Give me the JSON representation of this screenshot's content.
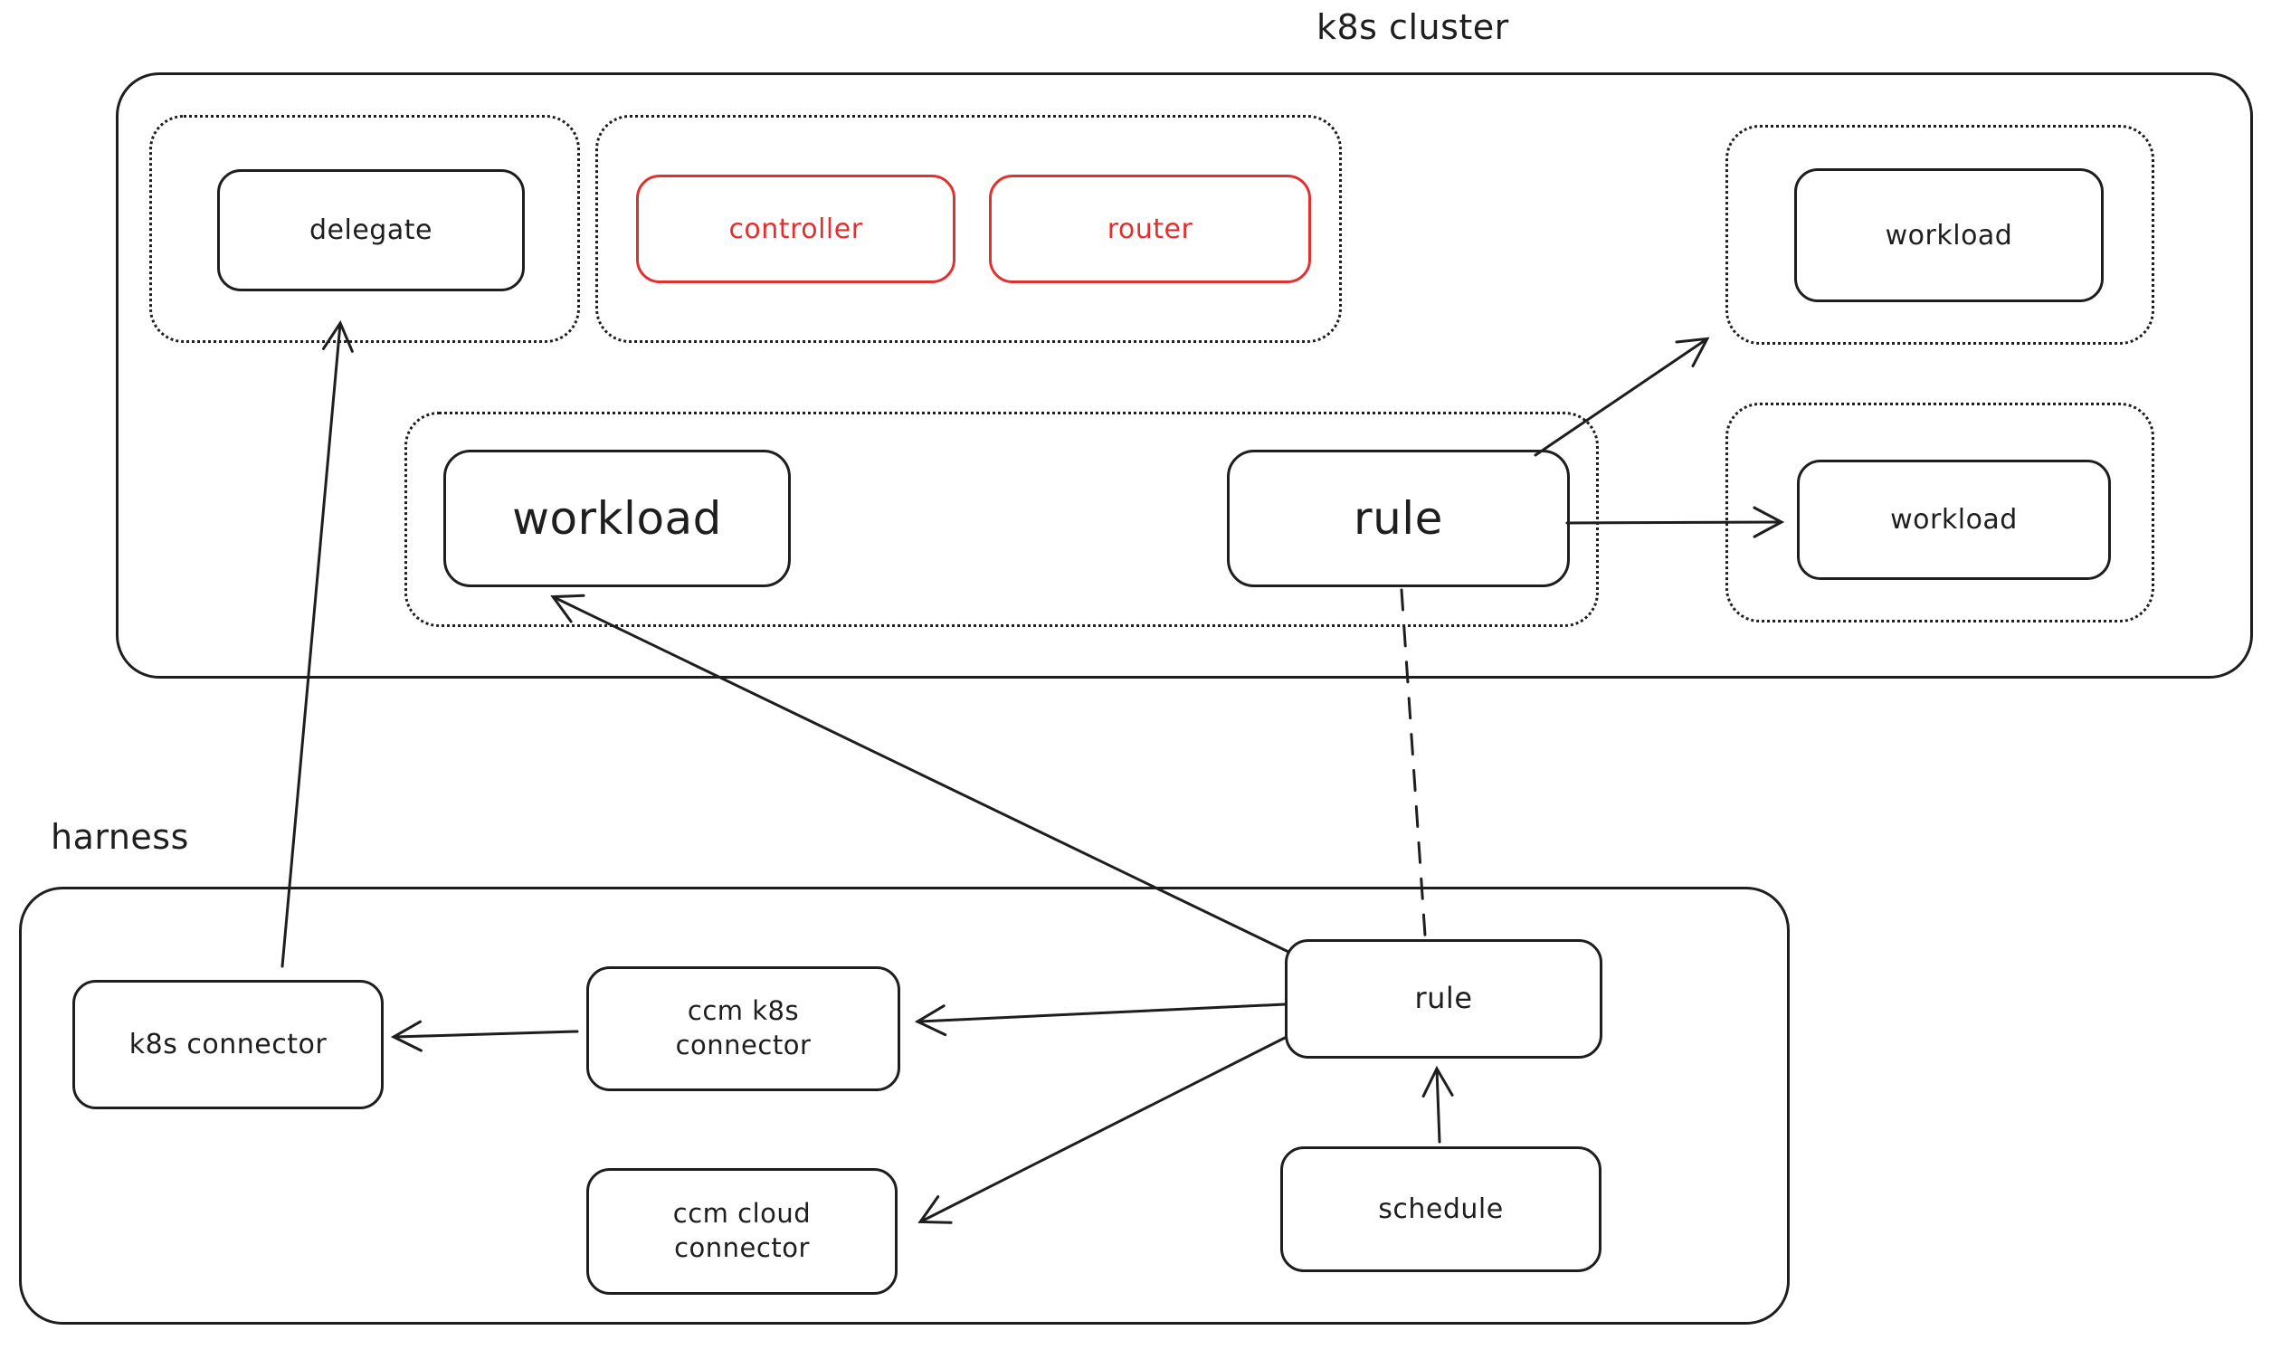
{
  "clusters": {
    "k8s_cluster": {
      "label": "k8s cluster"
    },
    "harness": {
      "label": "harness"
    }
  },
  "nodes": {
    "delegate": {
      "label": "delegate"
    },
    "controller": {
      "label": "controller",
      "color": "#e03131"
    },
    "router": {
      "label": "router",
      "color": "#e03131"
    },
    "workload_main": {
      "label": "workload"
    },
    "rule_k8s": {
      "label": "rule"
    },
    "workload_top_right": {
      "label": "workload"
    },
    "workload_mid_right": {
      "label": "workload"
    },
    "k8s_connector": {
      "label": "k8s connector"
    },
    "ccm_k8s_connector": {
      "label": "ccm k8s connector"
    },
    "ccm_cloud_connector": {
      "label": "ccm cloud connector"
    },
    "rule_harness": {
      "label": "rule"
    },
    "schedule": {
      "label": "schedule"
    }
  },
  "colors": {
    "stroke": "#1e1e1e",
    "accent": "#e03131",
    "background": "#ffffff"
  },
  "edges": [
    {
      "from": "k8s_connector",
      "to": "delegate",
      "style": "solid-arrow"
    },
    {
      "from": "rule_harness",
      "to": "workload_main",
      "style": "solid-arrow"
    },
    {
      "from": "rule_k8s",
      "to": "workload_top_right",
      "style": "solid-arrow"
    },
    {
      "from": "rule_k8s",
      "to": "workload_mid_right",
      "style": "solid-arrow"
    },
    {
      "from": "rule_k8s",
      "to": "rule_harness",
      "style": "dashed-line"
    },
    {
      "from": "schedule",
      "to": "rule_harness",
      "style": "solid-arrow"
    },
    {
      "from": "rule_harness",
      "to": "ccm_k8s_connector",
      "style": "solid-arrow"
    },
    {
      "from": "rule_harness",
      "to": "ccm_cloud_connector",
      "style": "solid-arrow"
    },
    {
      "from": "ccm_k8s_connector",
      "to": "k8s_connector",
      "style": "solid-arrow"
    }
  ]
}
